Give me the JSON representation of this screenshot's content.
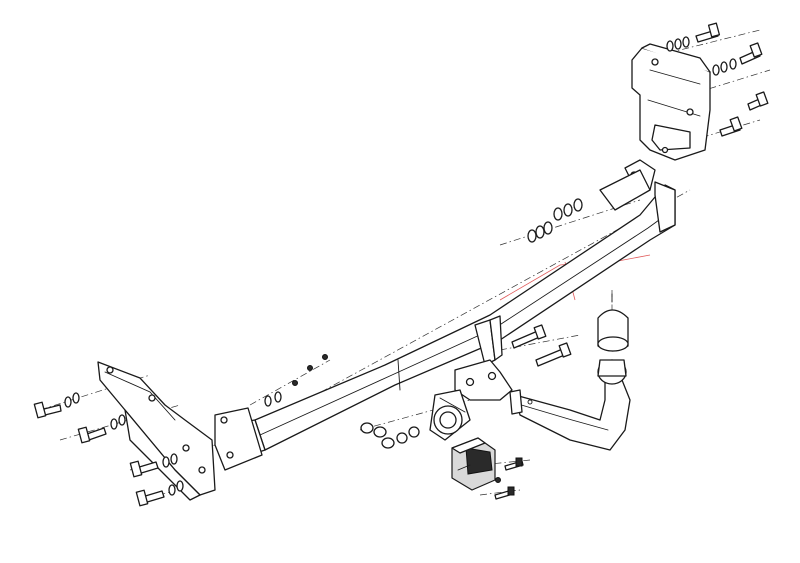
{
  "diagram": {
    "colors": {
      "line": "#1a1a1a",
      "background": "#ffffff",
      "centerline": "#333333",
      "highlight": "#e05a5a",
      "shade": "#d9d9d9"
    },
    "parts": [
      "right-mounting-bracket",
      "left-mounting-bracket",
      "cross-bar",
      "tow-ball-neck",
      "tow-ball-cap",
      "socket-plate",
      "electrical-socket",
      "bolts",
      "washers",
      "nuts"
    ]
  }
}
